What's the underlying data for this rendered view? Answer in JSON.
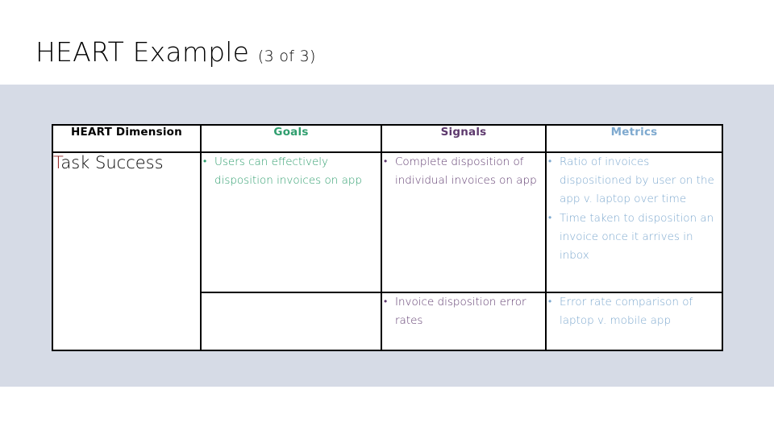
{
  "slide": {
    "title_main": "HEART Example ",
    "title_sub": "(3 of 3)",
    "band_color": "#d6dbe6",
    "background_color": "#ffffff"
  },
  "table": {
    "headers": [
      {
        "label": "HEART Dimension",
        "color": "#000000"
      },
      {
        "label": "Goals",
        "color": "#2f9e6e"
      },
      {
        "label": "Signals",
        "color": "#5e3a6e"
      },
      {
        "label": "Metrics",
        "color": "#7ea9cf"
      }
    ],
    "dimension": {
      "accent_letter": "T",
      "accent_color": "#8f1f1f",
      "rest": "ask Success"
    },
    "rows": [
      {
        "goals": [
          "Users can effectively disposition invoices on app"
        ],
        "signals": [
          "Complete disposition of individual invoices on app"
        ],
        "metrics": [
          "Ratio of invoices dispositioned by user on the app v. laptop over time",
          "Time taken to disposition an invoice once it arrives in inbox"
        ]
      },
      {
        "goals": [],
        "signals": [
          "Invoice disposition error rates"
        ],
        "metrics": [
          "Error rate comparison of laptop v. mobile app"
        ]
      }
    ]
  }
}
